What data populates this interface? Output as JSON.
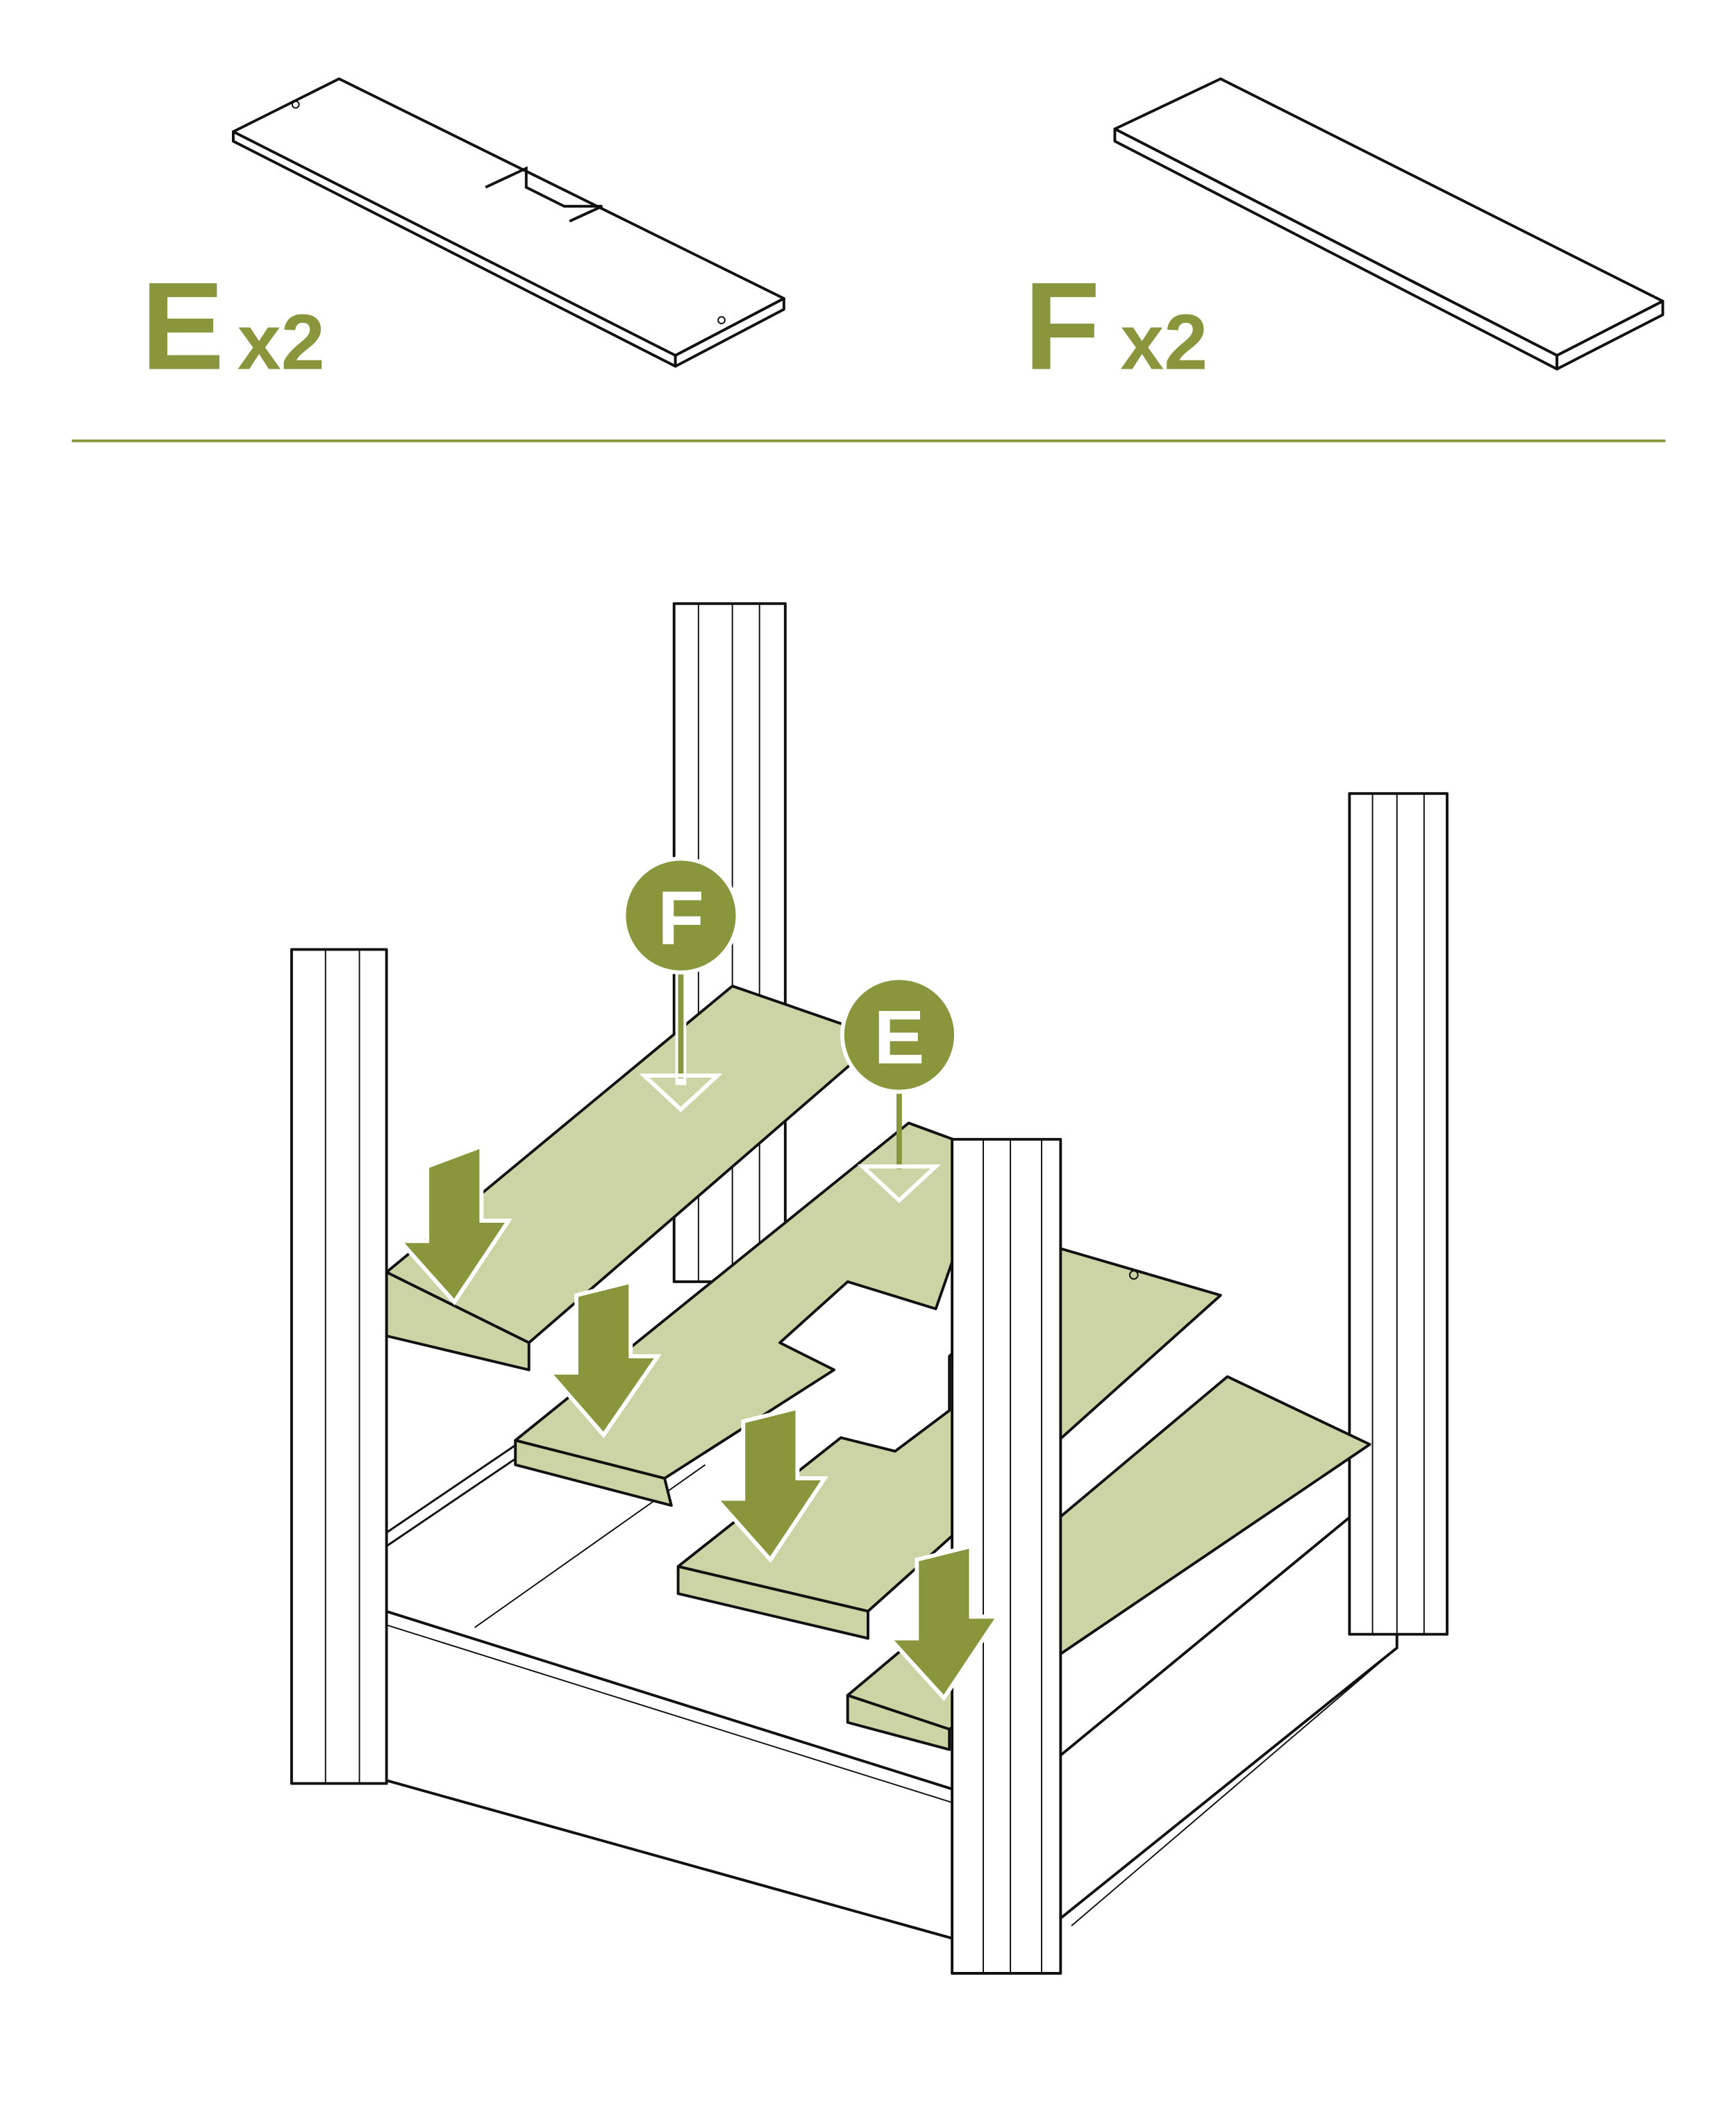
{
  "parts": [
    {
      "letter": "E",
      "quantity": "x2"
    },
    {
      "letter": "F",
      "quantity": "x2"
    }
  ],
  "callouts": [
    {
      "letter": "F"
    },
    {
      "letter": "E"
    }
  ],
  "colors": {
    "accent": "#89963c",
    "board_fill": "#ccd3a5",
    "line": "#111111"
  }
}
